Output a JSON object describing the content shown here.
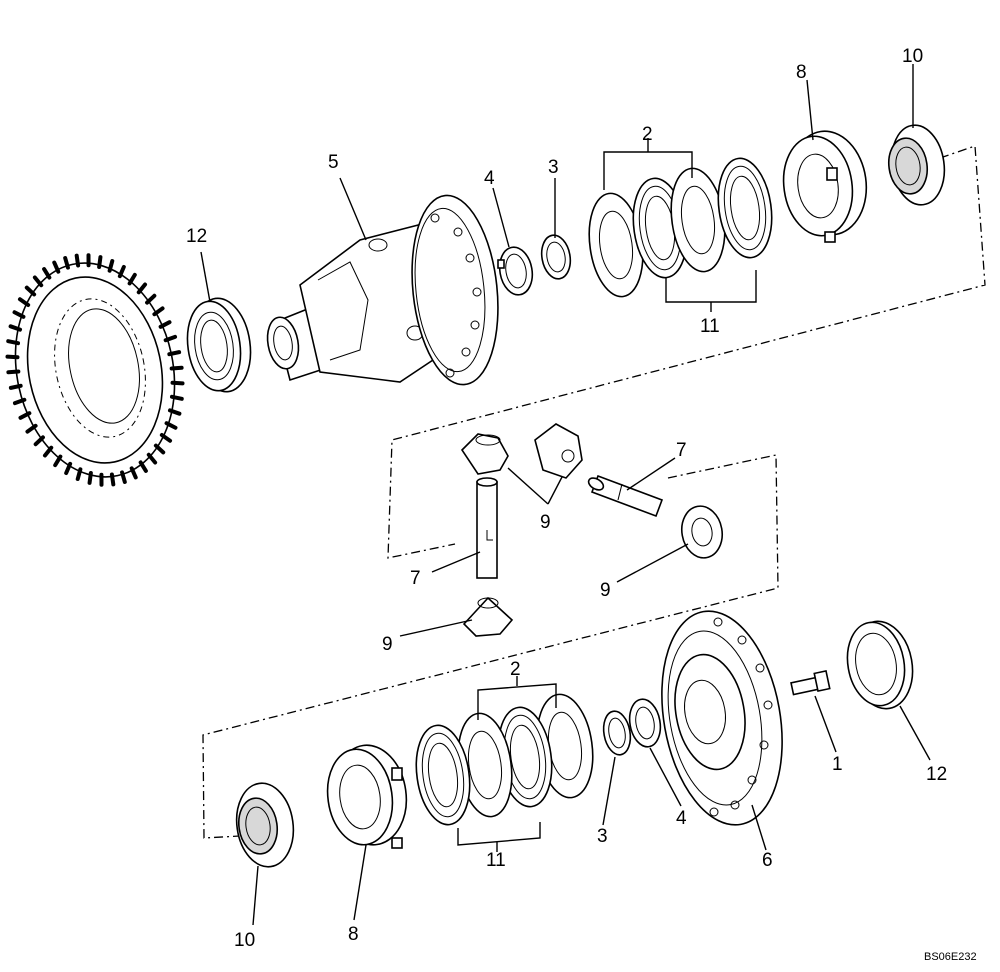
{
  "callouts": {
    "c10_top": "10",
    "c8_top": "8",
    "c2_top": "2",
    "c3_top": "3",
    "c4_top": "4",
    "c5": "5",
    "c12_left": "12",
    "c11_top": "11",
    "c7_right": "7",
    "c9_mid": "9",
    "c7_left": "7",
    "c9_right": "9",
    "c9_bottom": "9",
    "c2_bottom": "2",
    "c1": "1",
    "c12_right": "12",
    "c4_bottom": "4",
    "c3_bottom": "3",
    "c6": "6",
    "c11_bottom": "11",
    "c10_bottom": "10",
    "c8_bottom": "8"
  },
  "reference_code": "BS06E232"
}
